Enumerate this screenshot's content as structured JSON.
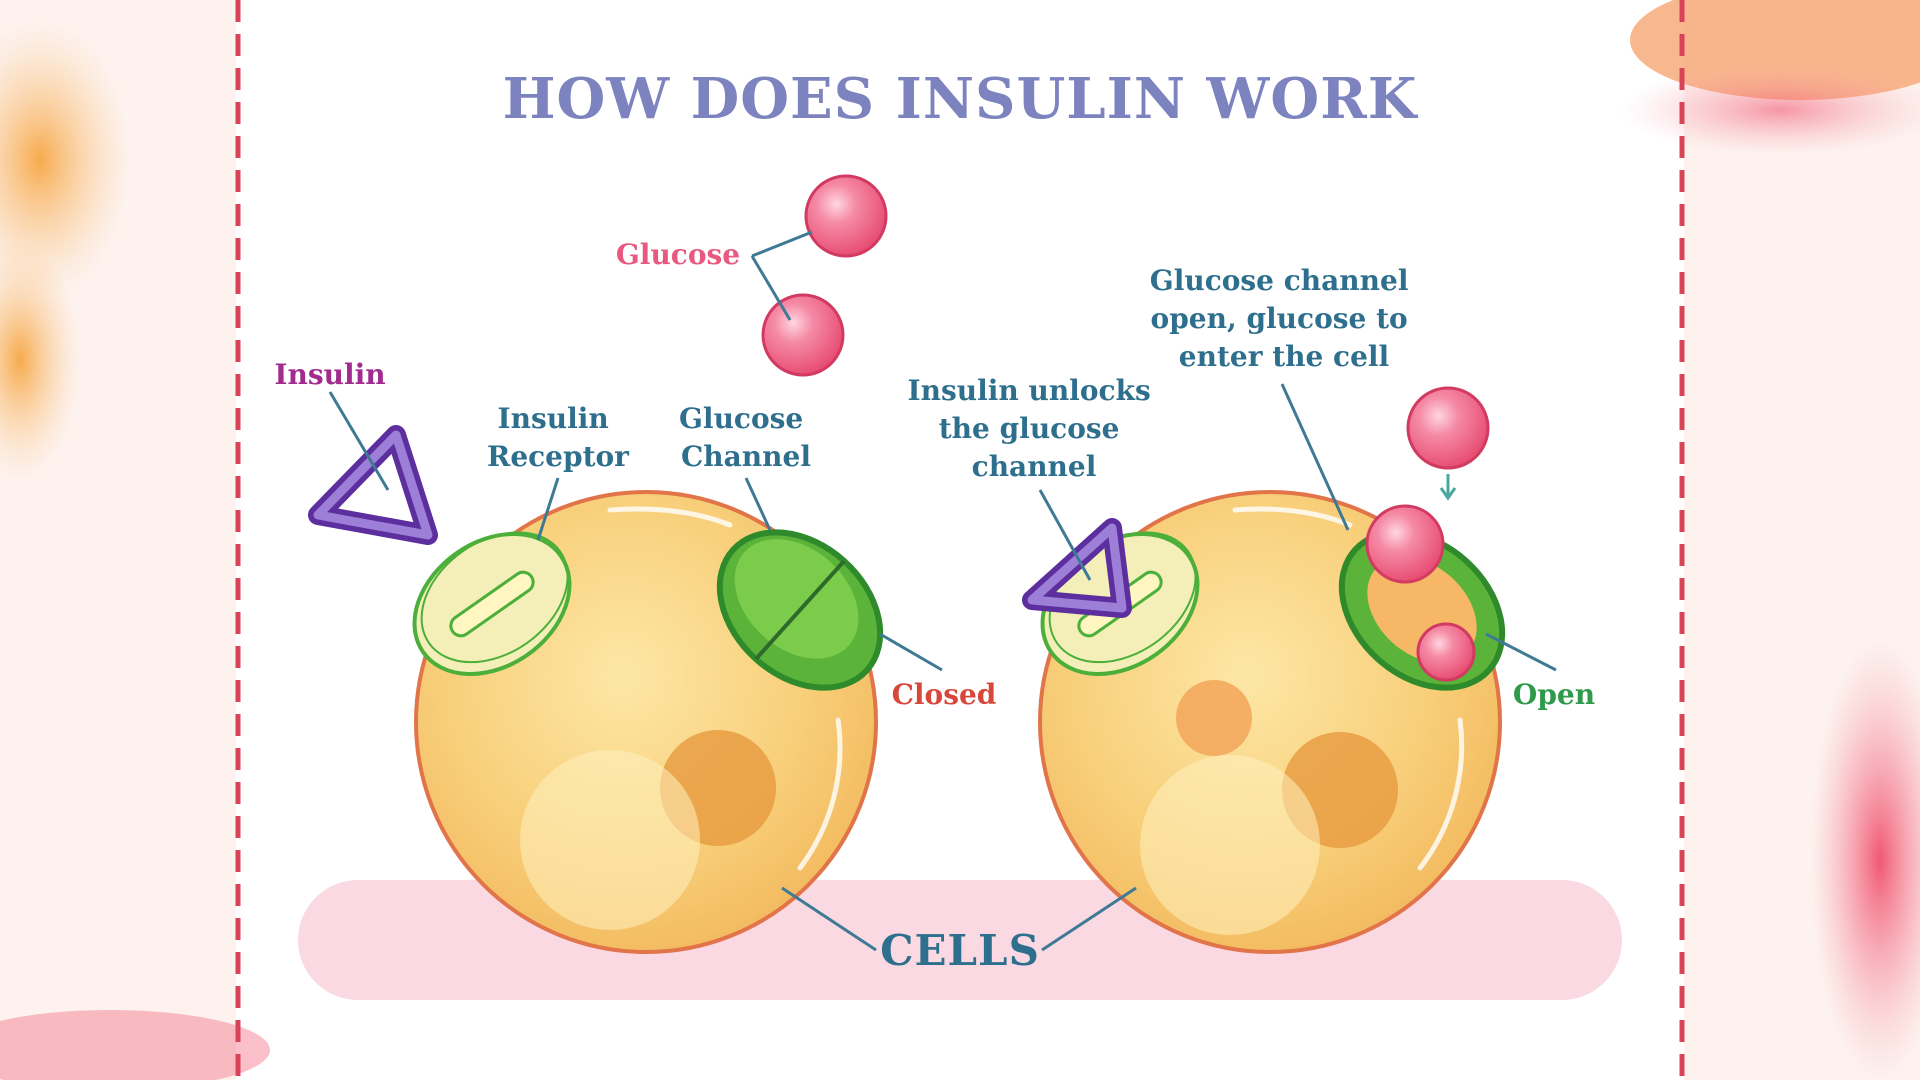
{
  "title": "HOW DOES INSULIN WORK",
  "labels": {
    "glucose": "Glucose",
    "insulin": "Insulin",
    "insulin_receptor": [
      "Insulin",
      "Receptor"
    ],
    "glucose_channel": [
      "Glucose",
      "Channel"
    ],
    "closed": "Closed",
    "insulin_unlocks": [
      "Insulin unlocks",
      "the glucose",
      "channel"
    ],
    "channel_open": [
      "Glucose channel",
      "open, glucose to",
      "enter the cell"
    ],
    "open": "Open",
    "cells": "CELLS"
  },
  "colors": {
    "title": "#7c83bf",
    "glucose_label": "#e8587f",
    "insulin_label": "#a12b8e",
    "blue_label": "#2f6f8e",
    "closed_label": "#d8483a",
    "open_label": "#2e9a4a",
    "border_dash": "#d94358",
    "cell_fill": "#f7c86e",
    "channel_green": "#5bb33a",
    "glucose_ball": "#f06b8a",
    "insulin_purple": "#6a3aa8",
    "cells_band": "#fbd9e2"
  },
  "icons": [
    "glucose-ball",
    "insulin-triangle",
    "insulin-receptor",
    "glucose-channel",
    "cell"
  ]
}
